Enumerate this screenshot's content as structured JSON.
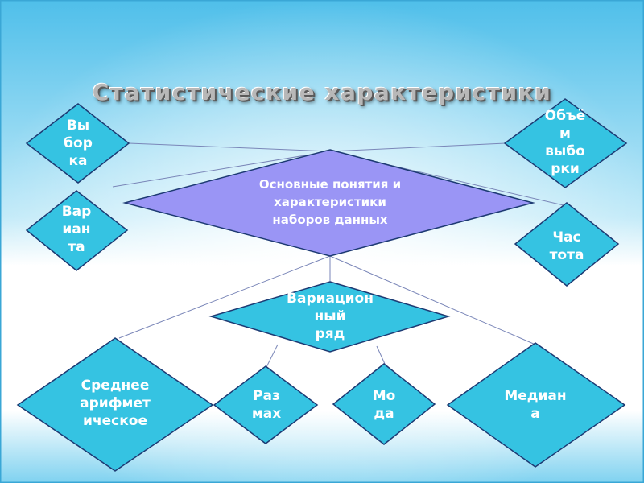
{
  "title": "Статистические характеристики",
  "colors": {
    "small_node_fill": "#35c3e2",
    "central_node_fill": "#9a95f5",
    "node_stroke": "#1d3a73",
    "connector": "#7a86b8",
    "bg_top": "#5fc9ef",
    "bg_mid": "#e9f8fd"
  },
  "nodes": {
    "central": "Основные понятия и\nхарактеристики\nнаборов данных",
    "vyborka": "Вы\nбор\nка",
    "obem_vyborki": "Объё\nм\nвыбо\nрки",
    "varianta": "Вар\nиан\nта",
    "chastota": "Час\nтота",
    "variation_series": "Вариацион\nный\nряд",
    "mean": "Среднее\nарифмет\nическое",
    "range": "Раз\nмах",
    "mode": "Мо\nда",
    "median": "Медиан\nа"
  }
}
